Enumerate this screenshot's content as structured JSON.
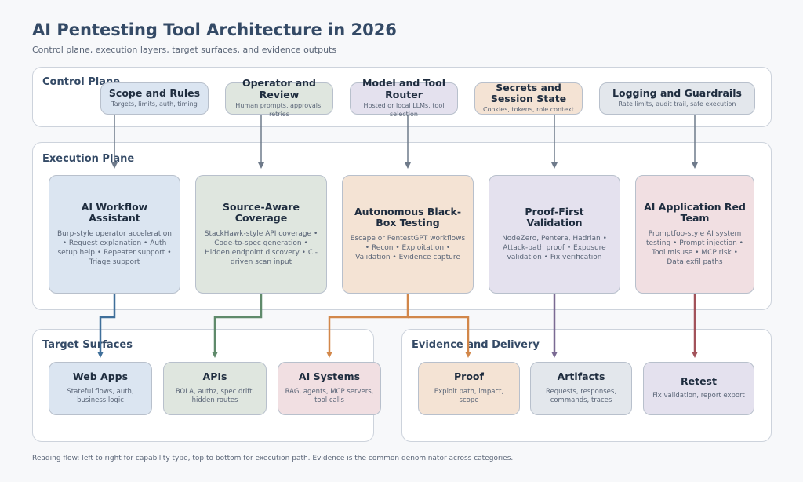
{
  "title": "AI Pentesting Tool Architecture in 2026",
  "subtitle": "Control plane, execution layers, target surfaces, and evidence outputs",
  "panels": {
    "control": "Control Plane",
    "execution": "Execution Plane",
    "targets": "Target Surfaces",
    "evidence": "Evidence and Delivery"
  },
  "control_nodes": [
    {
      "title": "Scope and Rules",
      "desc": "Targets, limits, auth, timing"
    },
    {
      "title": "Operator and Review",
      "desc": "Human prompts, approvals, retries"
    },
    {
      "title": "Model and Tool Router",
      "desc": "Hosted or local LLMs, tool selection"
    },
    {
      "title": "Secrets and Session State",
      "desc": "Cookies, tokens, role context"
    },
    {
      "title": "Logging and Guardrails",
      "desc": "Rate limits, audit trail, safe execution"
    }
  ],
  "execution_nodes": [
    {
      "title": "AI Workflow Assistant",
      "desc": "Burp-style operator acceleration • Request explanation • Auth setup help • Repeater support • Triage support"
    },
    {
      "title": "Source-Aware Coverage",
      "desc": "StackHawk-style API coverage • Code-to-spec generation • Hidden endpoint discovery • CI-driven scan input"
    },
    {
      "title": "Autonomous Black-Box Testing",
      "desc": "Escape or PentestGPT workflows • Recon • Exploitation • Validation • Evidence capture"
    },
    {
      "title": "Proof-First Validation",
      "desc": "NodeZero, Pentera, Hadrian • Attack-path proof • Exposure validation • Fix verification"
    },
    {
      "title": "AI Application Red Team",
      "desc": "Promptfoo-style AI system testing • Prompt injection • Tool misuse • MCP risk • Data exfil paths"
    }
  ],
  "target_nodes": [
    {
      "title": "Web Apps",
      "desc": "Stateful flows, auth, business logic"
    },
    {
      "title": "APIs",
      "desc": "BOLA, authz, spec drift, hidden routes"
    },
    {
      "title": "AI Systems",
      "desc": "RAG, agents, MCP servers, tool calls"
    }
  ],
  "evidence_nodes": [
    {
      "title": "Proof",
      "desc": "Exploit path, impact, scope"
    },
    {
      "title": "Artifacts",
      "desc": "Requests, responses, commands, traces"
    },
    {
      "title": "Retest",
      "desc": "Fix validation, report export"
    }
  ],
  "footer": "Reading flow: left to right for capability type, top to bottom for execution path. Evidence is the common denominator across categories.",
  "colors": {
    "blue_arrow": "#3f6f9a",
    "green_arrow": "#5f8a6b",
    "orange_arrow": "#d2874a",
    "purple_arrow": "#7a6a93",
    "red_arrow": "#a2525a",
    "gray_arrow": "#6e7a8a"
  }
}
